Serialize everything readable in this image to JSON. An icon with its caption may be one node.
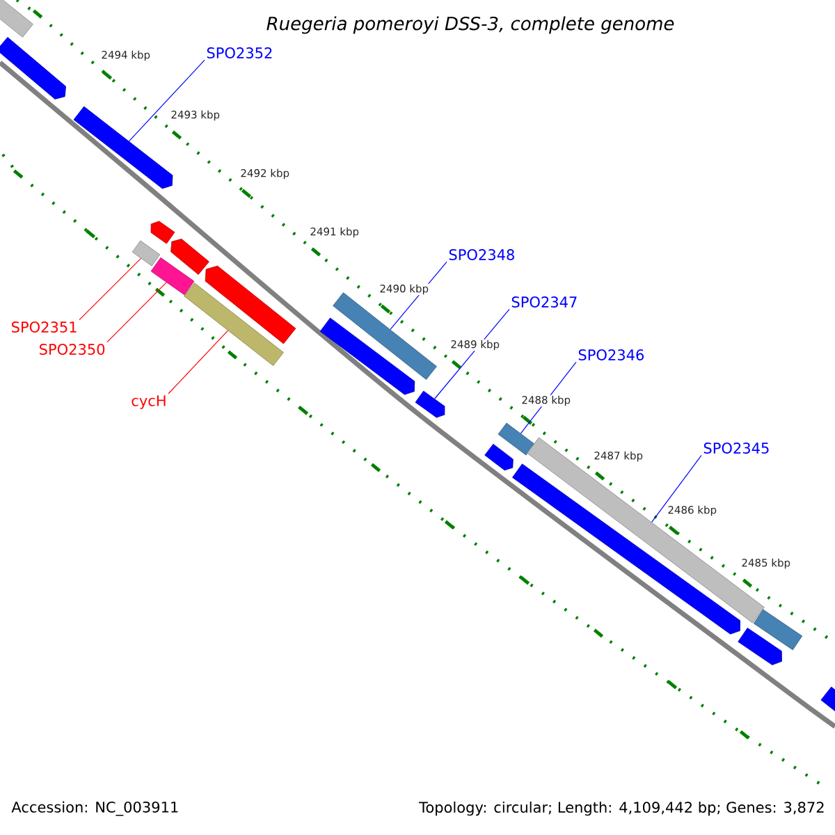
{
  "diagram": {
    "title": "Ruegeria pomeroyi DSS-3, complete genome",
    "nodes": [
      {
        "text": [
          "SPO2352"
        ]
      },
      {
        "text": [
          "SPO2348"
        ]
      },
      {
        "text": [
          "SPO2347"
        ]
      },
      {
        "text": [
          "SPO2346"
        ]
      },
      {
        "text": [
          "SPO2345"
        ]
      },
      {
        "text": [
          "SPO2351"
        ]
      },
      {
        "text": [
          "SPO2350"
        ]
      },
      {
        "text": [
          "cycH"
        ]
      },
      {
        "text": [],
        "shape": "bar"
      },
      {
        "text": [],
        "shape": "arrow"
      },
      {
        "text": [],
        "shape": "arrow"
      },
      {
        "text": [],
        "shape": "bar"
      },
      {
        "text": [],
        "shape": "arrow"
      },
      {
        "text": [],
        "shape": "bar"
      },
      {
        "text": [],
        "shape": "arrow"
      },
      {
        "text": [],
        "shape": "bar"
      },
      {
        "text": [],
        "shape": "arrow"
      },
      {
        "text": [],
        "shape": "arrow"
      },
      {
        "text": [],
        "shape": "bar"
      },
      {
        "text": [],
        "shape": "arrow"
      },
      {
        "text": [],
        "shape": "arrow"
      },
      {
        "text": [],
        "shape": "bar"
      },
      {
        "text": [],
        "shape": "arrow"
      },
      {
        "text": [],
        "shape": "bar"
      },
      {
        "text": [],
        "shape": "arrow"
      },
      {
        "text": [],
        "shape": "bar"
      },
      {
        "text": [],
        "shape": "arrow"
      }
    ],
    "edges": [
      {
        "from": 0,
        "to": 10,
        "arrow": "none"
      },
      {
        "from": 1,
        "to": 18,
        "arrow": "none"
      },
      {
        "from": 2,
        "to": 19,
        "arrow": "none"
      },
      {
        "from": 3,
        "to": 21,
        "arrow": "none"
      },
      {
        "from": 4,
        "to": 23,
        "arrow": "none"
      },
      {
        "from": 5,
        "to": 11,
        "arrow": "none",
        "color": "#ff0000"
      },
      {
        "from": 6,
        "to": 13,
        "arrow": "none",
        "color": "#ff0000"
      },
      {
        "from": 7,
        "to": 15,
        "arrow": "none",
        "color": "#ff0000"
      }
    ],
    "labels": [
      "2494 kbp",
      "2493 kbp",
      "2492 kbp",
      "2491 kbp",
      "2490 kbp",
      "2489 kbp",
      "2488 kbp",
      "2487 kbp",
      "2486 kbp",
      "2485 kbp",
      "Accession: NC_003911",
      "Topology: circular; Length: 4,109,442 bp; Genes: 3,872"
    ]
  }
}
